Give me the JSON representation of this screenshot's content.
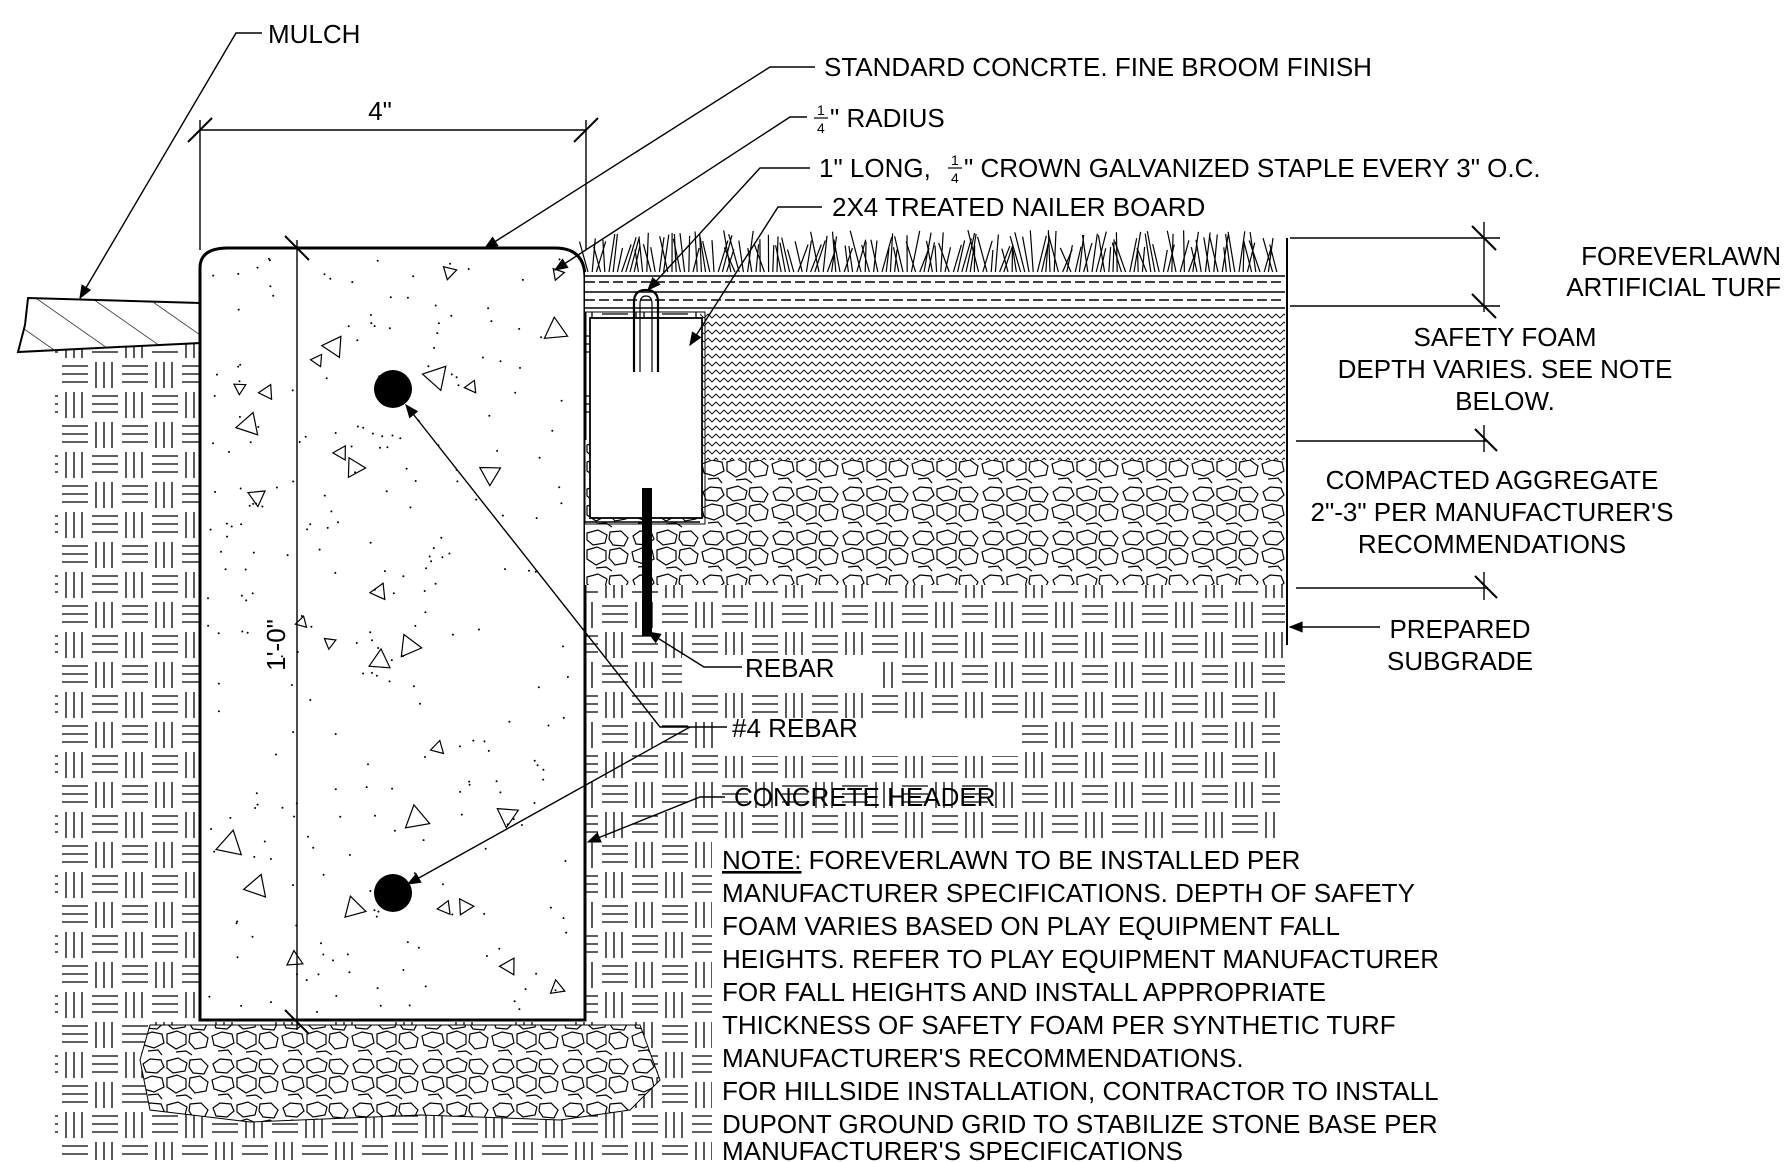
{
  "labels": {
    "mulch": "MULCH",
    "concrete": "STANDARD CONCRTE. FINE BROOM FINISH",
    "radius": "\" RADIUS",
    "staple_a": "1\" LONG, ",
    "staple_b": "\" CROWN GALVANIZED STAPLE EVERY 3\" O.C.",
    "nailer": "2X4 TREATED NAILER BOARD",
    "turf_1": "FOREVERLAWN",
    "turf_2": "ARTIFICIAL TURF",
    "foam_1": "SAFETY FOAM",
    "foam_2": "DEPTH VARIES. SEE NOTE",
    "foam_3": "BELOW.",
    "agg_1": "COMPACTED AGGREGATE",
    "agg_2": "2\"-3\" PER MANUFACTURER'S",
    "agg_3": "RECOMMENDATIONS",
    "subgrade_1": "PREPARED",
    "subgrade_2": "SUBGRADE",
    "rebar": "REBAR",
    "rebar4": "#4 REBAR",
    "header": "CONCRETE HEADER",
    "fraction_num": "1",
    "fraction_den": "4"
  },
  "dimensions": {
    "width": "4\"",
    "height": "1'-0\""
  },
  "note": {
    "prefix": "NOTE:",
    "line1": " FOREVERLAWN TO BE INSTALLED PER",
    "lines": [
      "MANUFACTURER SPECIFICATIONS. DEPTH OF SAFETY",
      "FOAM VARIES BASED ON PLAY EQUIPMENT FALL",
      "HEIGHTS. REFER TO PLAY EQUIPMENT MANUFACTURER",
      "FOR FALL HEIGHTS AND INSTALL APPROPRIATE",
      "THICKNESS OF SAFETY FOAM PER SYNTHETIC TURF",
      "MANUFACTURER'S RECOMMENDATIONS.",
      "FOR HILLSIDE INSTALLATION, CONTRACTOR TO INSTALL",
      "DUPONT GROUND GRID TO STABILIZE STONE BASE PER",
      "MANUFACTURER'S SPECIFICATIONS"
    ]
  }
}
